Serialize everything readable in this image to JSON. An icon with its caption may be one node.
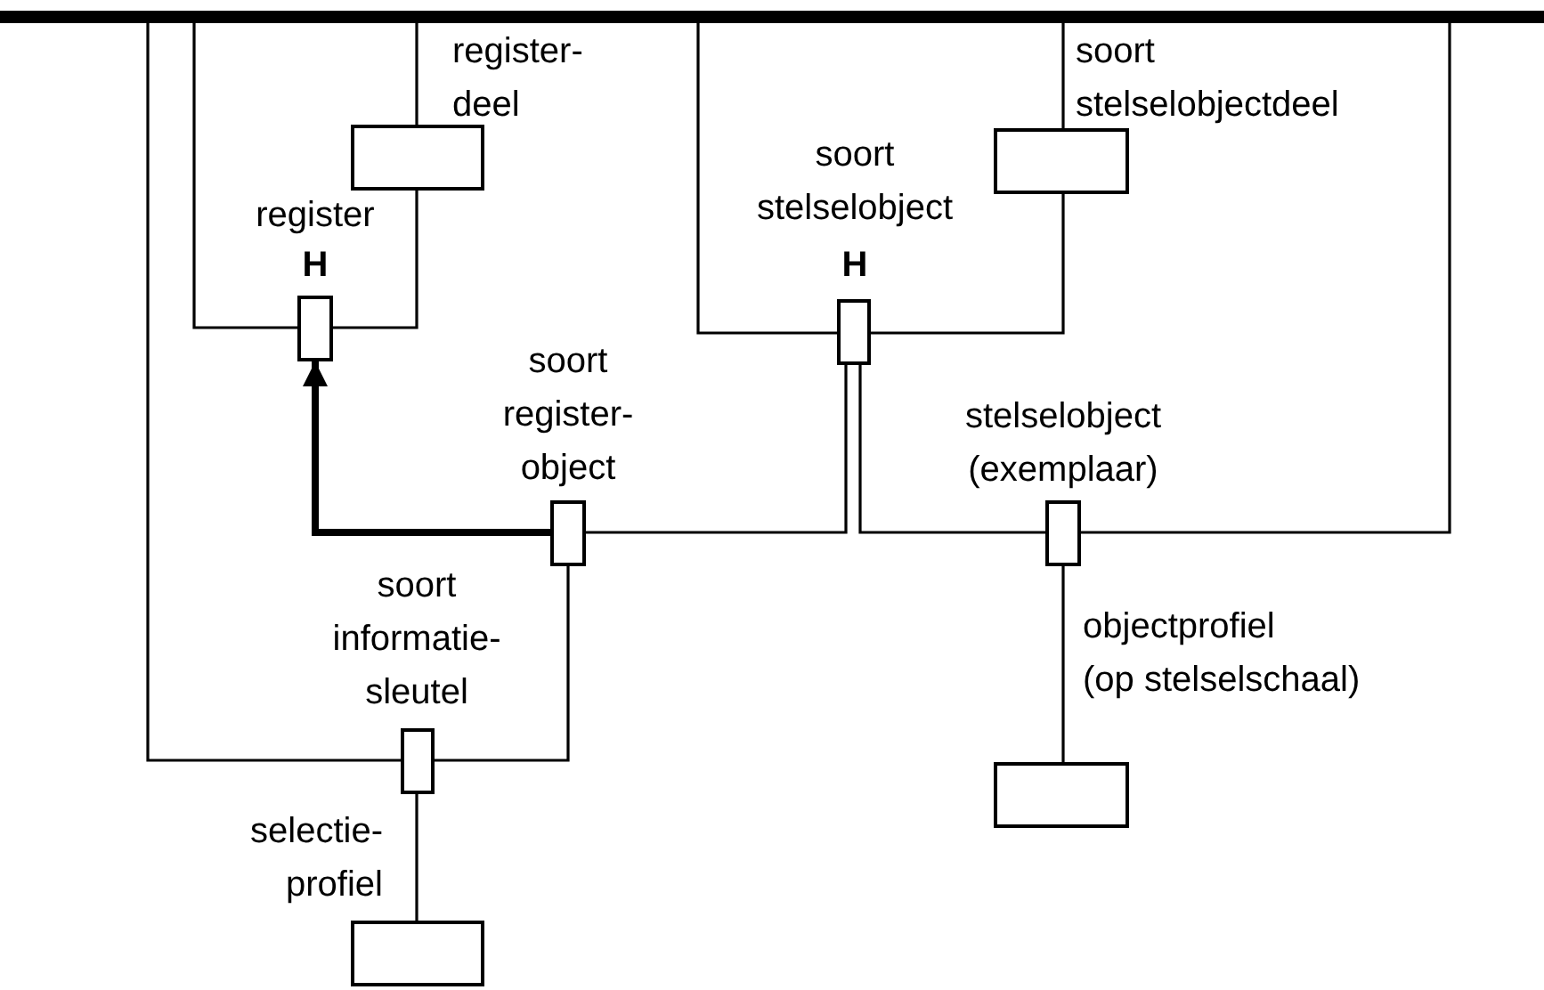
{
  "diagram": {
    "nodes": [
      {
        "text": [],
        "shape": "bar"
      },
      {
        "text": [
          "register- deel"
        ]
      },
      {
        "text": [
          "soort stelselobjectdeel"
        ]
      },
      {
        "text": [
          "register",
          "H"
        ]
      },
      {
        "text": [
          "soort stelselobject",
          "H"
        ]
      },
      {
        "text": [
          "soort register- object"
        ]
      },
      {
        "text": [
          "stelselobject (exemplaar)"
        ]
      },
      {
        "text": [
          "soort informatie- sleutel"
        ]
      },
      {
        "text": [
          "objectprofiel (op stelselschaal)"
        ]
      },
      {
        "text": [
          "selectie- profiel"
        ]
      }
    ],
    "edges": [
      {
        "from": 0,
        "to": 3,
        "arrow": "none"
      },
      {
        "from": 3,
        "to": 1,
        "arrow": "none"
      },
      {
        "from": 1,
        "to": 0,
        "arrow": "none"
      },
      {
        "from": 0,
        "to": 4,
        "arrow": "none"
      },
      {
        "from": 4,
        "to": 2,
        "arrow": "none"
      },
      {
        "from": 2,
        "to": 0,
        "arrow": "none"
      },
      {
        "from": 5,
        "to": 3,
        "arrow": "to",
        "style": "thick"
      },
      {
        "from": 5,
        "to": 4,
        "arrow": "none"
      },
      {
        "from": 4,
        "to": 6,
        "arrow": "none"
      },
      {
        "from": 6,
        "to": 0,
        "arrow": "none"
      },
      {
        "from": 6,
        "to": 8,
        "arrow": "none"
      },
      {
        "from": 0,
        "to": 7,
        "arrow": "none"
      },
      {
        "from": 7,
        "to": 5,
        "arrow": "none"
      },
      {
        "from": 7,
        "to": 9,
        "arrow": "none"
      }
    ]
  }
}
